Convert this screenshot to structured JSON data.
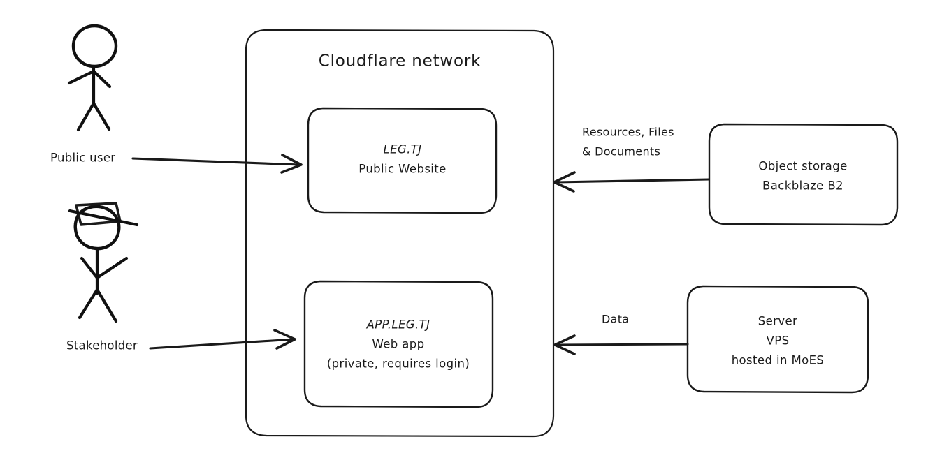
{
  "diagram": {
    "title_text": "Cloudflare network",
    "actors": [
      {
        "id": "public-user",
        "label": "Public user",
        "icon": "stick-figure-icon"
      },
      {
        "id": "stakeholder",
        "label": "Stakeholder",
        "icon": "stick-figure-with-hat-icon"
      }
    ],
    "container": {
      "name": "cloudflare-network",
      "label": "Cloudflare network"
    },
    "nodes": [
      {
        "id": "public-website",
        "lines": [
          "LEG.TJ",
          "Public Website"
        ],
        "line1": "LEG.TJ",
        "line2": "Public Website",
        "line3": ""
      },
      {
        "id": "web-app",
        "lines": [
          "APP.LEG.TJ",
          "Web app",
          "(private, requires login)"
        ],
        "line1": "APP.LEG.TJ",
        "line2": "Web app",
        "line3": "(private, requires login)"
      },
      {
        "id": "object-storage",
        "lines": [
          "Object storage",
          "Backblaze B2"
        ],
        "line1": "Object storage",
        "line2": "Backblaze B2",
        "line3": ""
      },
      {
        "id": "server-vps",
        "lines": [
          "Server",
          "VPS",
          "hosted in MoES"
        ],
        "line1": "Server",
        "line2": "VPS",
        "line3": "hosted in MoES"
      }
    ],
    "edges": [
      {
        "id": "public-user-to-website",
        "from": "public-user",
        "to": "public-website",
        "label": "",
        "direction": "right"
      },
      {
        "id": "stakeholder-to-web-app",
        "from": "stakeholder",
        "to": "web-app",
        "label": "",
        "direction": "right"
      },
      {
        "id": "storage-to-website",
        "from": "object-storage",
        "to": "public-website",
        "label_line1": "Resources, Files",
        "label_line2": "& Documents",
        "direction": "left"
      },
      {
        "id": "server-to-web-app",
        "from": "server-vps",
        "to": "web-app",
        "label_line1": "Data",
        "label_line2": "",
        "direction": "left"
      }
    ],
    "colors": {
      "stroke": "#1a1a1a",
      "background": "#ffffff",
      "text": "#1a1a1a"
    }
  }
}
